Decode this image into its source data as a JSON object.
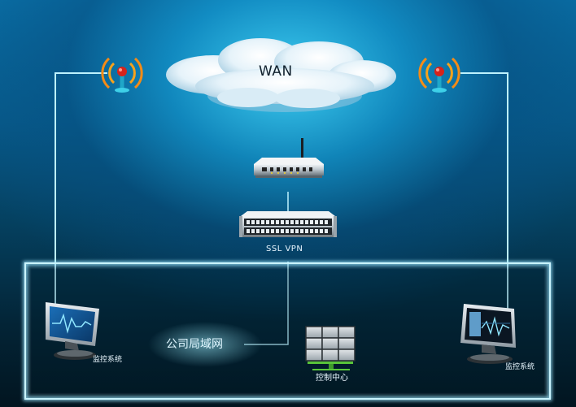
{
  "diagram": {
    "cloud_label": "WAN",
    "vpn_label": "SSL  VPN",
    "lan_label": "公司局域网",
    "control_center_label": "控制中心",
    "monitor_left_label": "监控系统",
    "monitor_right_label": "监控系统"
  },
  "icons": {
    "cloud": "cloud-icon",
    "antenna_left": "wireless-antenna-icon",
    "antenna_right": "wireless-antenna-icon",
    "router": "router-icon",
    "vpn_appliance": "rack-server-icon",
    "monitor_left": "monitor-icon",
    "monitor_right": "monitor-icon",
    "video_wall": "video-wall-icon"
  },
  "colors": {
    "link_line": "#bdf2ff",
    "lan_border": "#9fe7ff",
    "background_top": "#0a6fa6",
    "background_bottom": "#021520"
  }
}
